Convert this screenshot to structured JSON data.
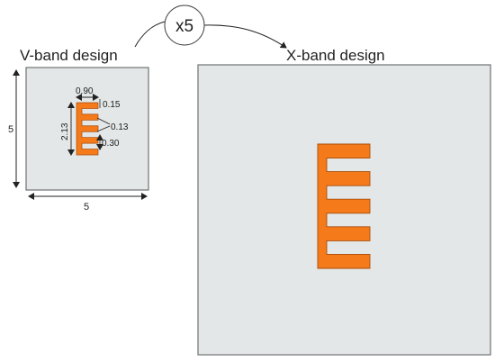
{
  "colors": {
    "background": "#ffffff",
    "panel_fill": "#e4e7e7",
    "panel_stroke": "#6f7373",
    "resonator": "#f47a1a",
    "resonator_stroke": "#a84d0b",
    "line": "#222222"
  },
  "scale_badge": {
    "text": "x5"
  },
  "v_band": {
    "title": "V-band design",
    "width_label": "5",
    "height_label": "5",
    "dim_width": "0.90",
    "dim_height": "2.13",
    "dim_finger": "0.15",
    "dim_gap": "0.13",
    "dim_spacing": "0.30",
    "finger_count": 5
  },
  "x_band": {
    "title": "X-band design",
    "finger_count": 5
  }
}
